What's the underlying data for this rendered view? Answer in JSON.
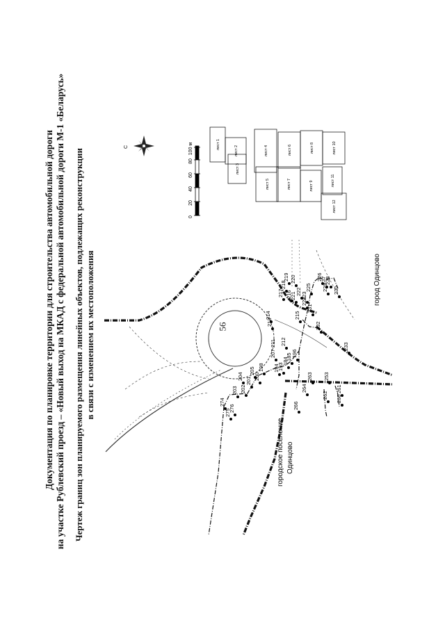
{
  "page_number": "56",
  "title": {
    "line1": "Документация по планировке территории для строительства автомобильной дороги",
    "line2": "на участке Рублевский проезд – «Новый выход на МКАД с федеральной автомобильной дороги М-1 «Беларусь»"
  },
  "subtitle": {
    "line1": "Чертеж границ зон планируемого размещения линейных объектов, подлежащих реконструкции",
    "line2": "в связи с изменением их местоположения"
  },
  "scale_bar": {
    "ticks": [
      "0",
      "20",
      "40",
      "60",
      "80",
      "100 м"
    ]
  },
  "compass": {
    "north_label": "С",
    "icon": "compass-rose-icon"
  },
  "sheets": [
    "лист 1",
    "лист 2",
    "лист 3",
    "лист 4",
    "лист 5",
    "лист 6",
    "лист 7",
    "лист 8",
    "лист 9",
    "лист 10",
    "лист 11",
    "лист 12"
  ],
  "places": {
    "settlement_line1": "городское поселение",
    "settlement_line2": "Одинцово",
    "city": "город Одинцово"
  },
  "points": [
    "184",
    "185",
    "193",
    "194",
    "196",
    "198",
    "200",
    "201",
    "202",
    "203",
    "204",
    "205",
    "207-211",
    "212",
    "213",
    "214",
    "215",
    "216",
    "217",
    "218",
    "219",
    "220",
    "221",
    "222",
    "223",
    "224",
    "225",
    "226",
    "227",
    "228",
    "229",
    "230",
    "231",
    "232",
    "233",
    "253",
    "260",
    "261",
    "262",
    "263",
    "264",
    "266",
    "274",
    "275",
    "276"
  ]
}
